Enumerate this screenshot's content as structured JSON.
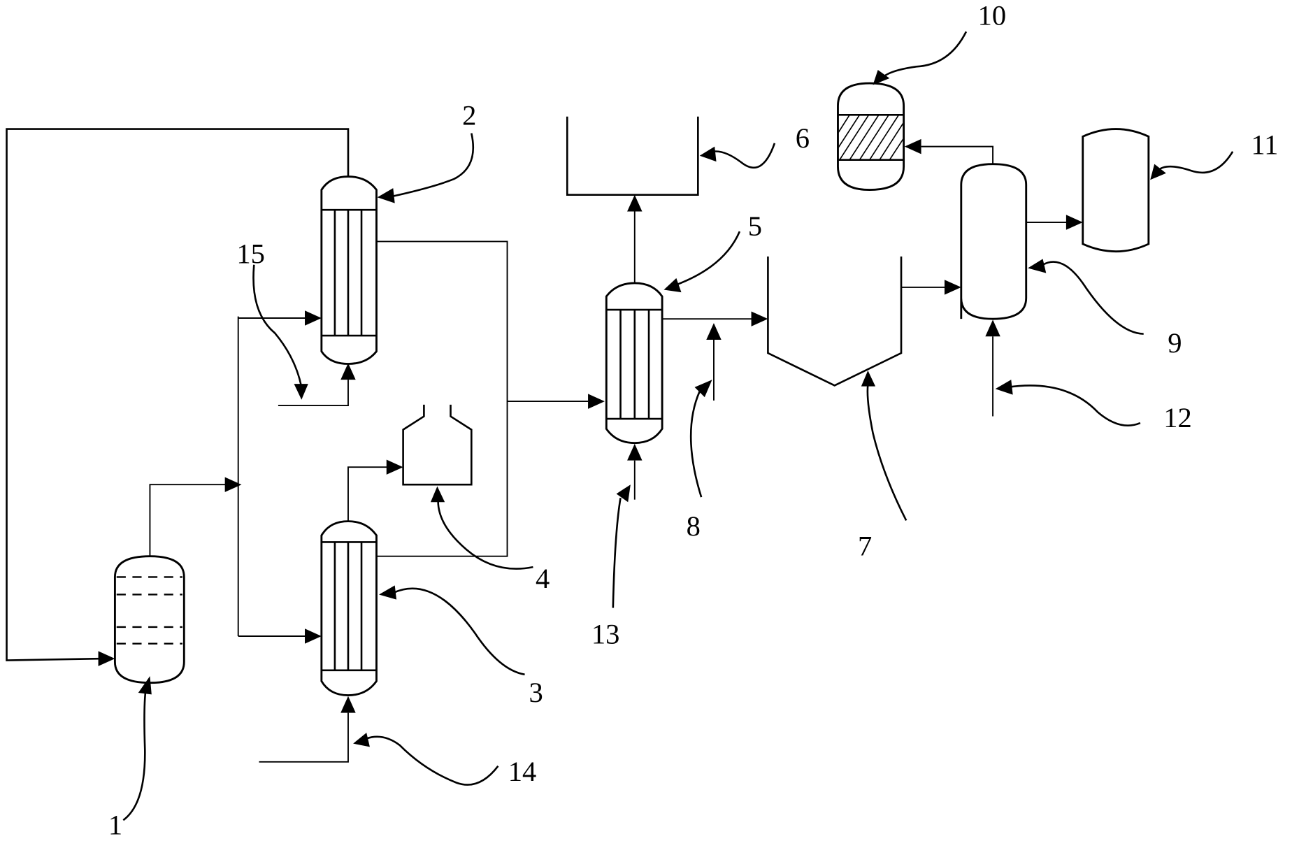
{
  "figure": {
    "type": "process flow diagram",
    "labels": {
      "l1": "1",
      "l2": "2",
      "l3": "3",
      "l4": "4",
      "l5": "5",
      "l6": "6",
      "l7": "7",
      "l8": "8",
      "l9": "9",
      "l10": "10",
      "l11": "11",
      "l12": "12",
      "l13": "13",
      "l14": "14",
      "l15": "15"
    },
    "components": [
      {
        "id": "1",
        "shape": "vertical vessel with dashed internal trays"
      },
      {
        "id": "2",
        "shape": "shell-and-tube heat exchanger/reactor"
      },
      {
        "id": "3",
        "shape": "shell-and-tube heat exchanger/reactor"
      },
      {
        "id": "4",
        "shape": "hopper/separator"
      },
      {
        "id": "5",
        "shape": "shell-and-tube heat exchanger/reactor"
      },
      {
        "id": "6",
        "shape": "open tank"
      },
      {
        "id": "7",
        "shape": "conical-bottom settling tank"
      },
      {
        "id": "8",
        "shape": "feed line"
      },
      {
        "id": "9",
        "shape": "vertical vessel"
      },
      {
        "id": "10",
        "shape": "packed bed column (hatched)"
      },
      {
        "id": "11",
        "shape": "storage tank"
      },
      {
        "id": "12",
        "shape": "feed line"
      },
      {
        "id": "13",
        "shape": "feed line"
      },
      {
        "id": "14",
        "shape": "feed line"
      },
      {
        "id": "15",
        "shape": "feed line"
      }
    ]
  }
}
